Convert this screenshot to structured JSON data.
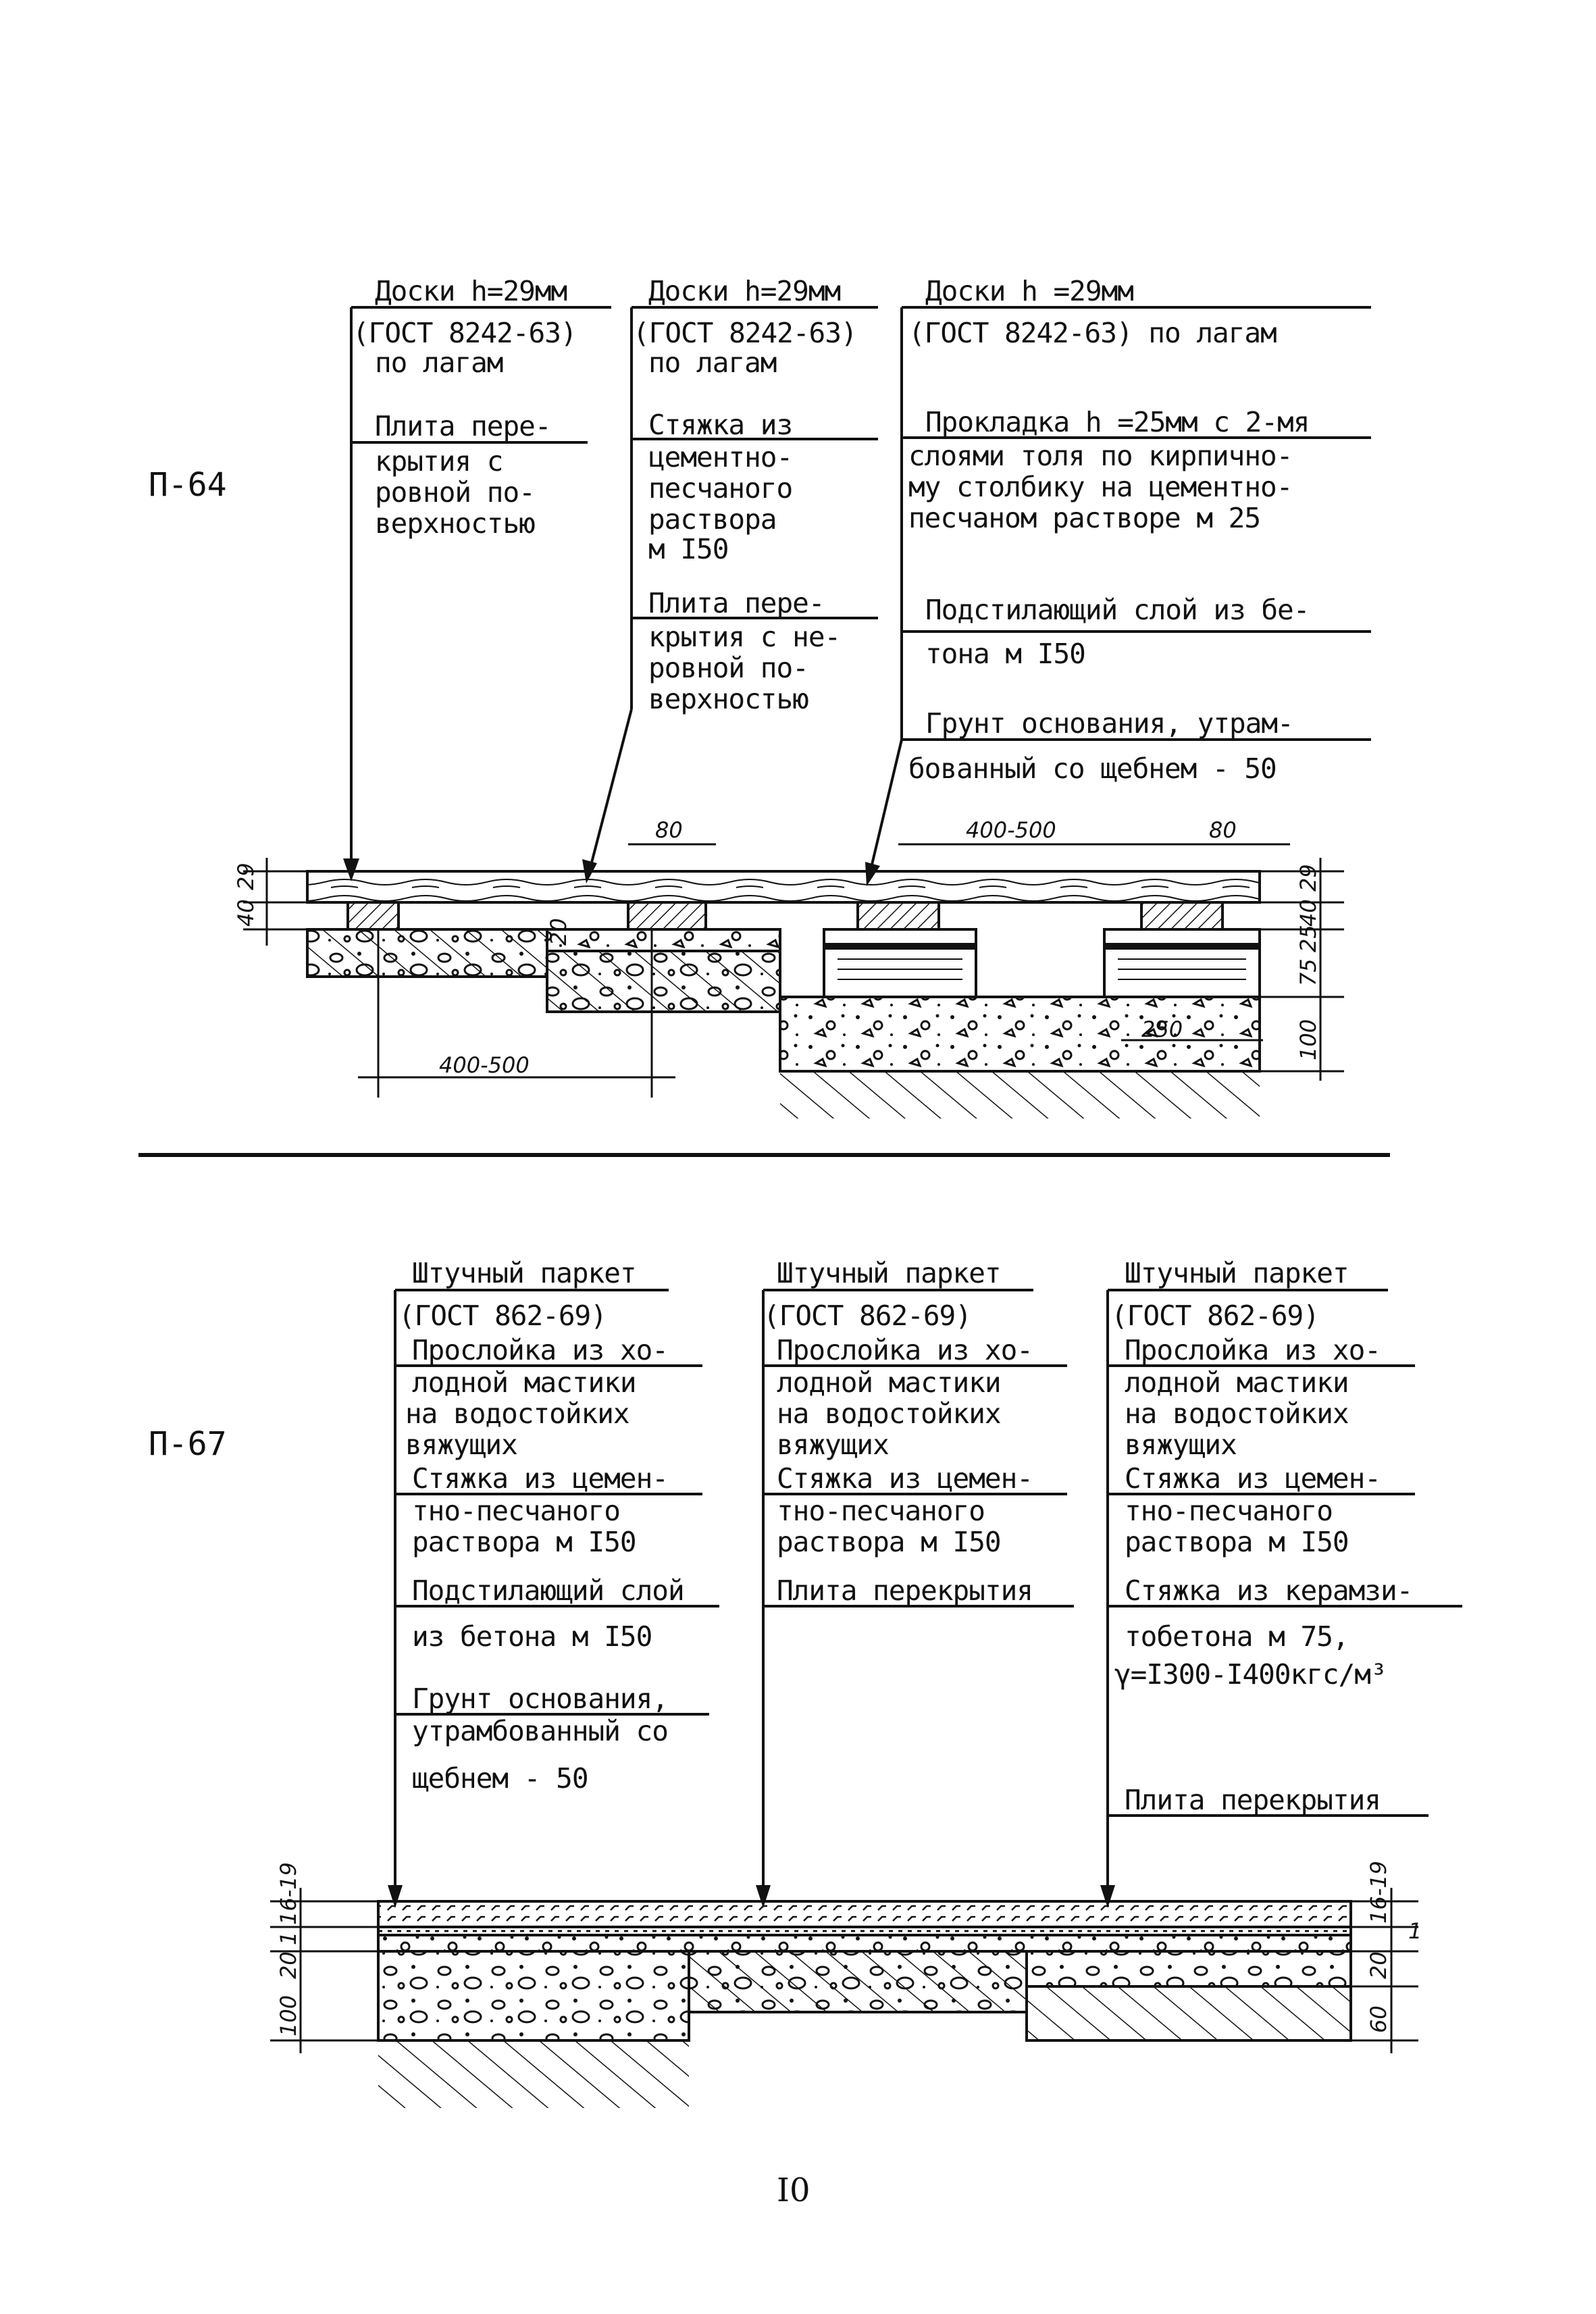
{
  "p64": {
    "code": "П-64",
    "col1": {
      "l1": "Доски h=29мм",
      "l2": "(ГОСТ 8242-63)",
      "l3": "по лагам",
      "l4": "Плита пере-",
      "l5": "крытия с",
      "l6": "ровной по-",
      "l7": "верхностью"
    },
    "col2": {
      "l1": "Доски h=29мм",
      "l2": "(ГОСТ 8242-63)",
      "l3": "по лагам",
      "l4": "Стяжка из",
      "l5": "цементно-",
      "l6": "песчаного",
      "l7": "раствора",
      "l8": "м I50",
      "l9": "Плита пере-",
      "l10": "крытия с не-",
      "l11": "ровной по-",
      "l12": "верхностью"
    },
    "col3": {
      "l1": "Доски h =29мм",
      "l2": "(ГОСТ 8242-63) по лагам",
      "l3": "Прокладка h =25мм с 2-мя",
      "l4": "слоями толя по кирпично-",
      "l5": "му столбику на цементно-",
      "l6": "песчаном растворе м 25",
      "l7": "Подстилающий слой из бе-",
      "l8": "тона м I50",
      "l9": "Грунт основания, утрам-",
      "l10": "бованный со щебнем - 50"
    },
    "dims": {
      "d29a": "29",
      "d40a": "40",
      "d20": "20",
      "d80a": "80",
      "d400a": "400-500",
      "d80b": "80",
      "d29b": "29",
      "d40b": "40",
      "d25": "25",
      "d75": "75",
      "d250": "250",
      "d100": "100",
      "d400b": "400-500"
    }
  },
  "p67": {
    "code": "П-67",
    "col1": {
      "l1": "Штучный паркет",
      "l2": "(ГОСТ 862-69)",
      "l3": "Прослойка из хо-",
      "l4": "лодной мастики",
      "l5": "на водостойких",
      "l6": "вяжущих",
      "l7": "Стяжка из цемен-",
      "l8": "тно-песчаного",
      "l9": "раствора м I50",
      "l10": "Подстилающий слой",
      "l11": "из бетона м I50",
      "l12": "Грунт основания,",
      "l13": "утрамбованный со",
      "l14": "щебнем - 50"
    },
    "col2": {
      "l1": "Штучный паркет",
      "l2": "(ГОСТ 862-69)",
      "l3": "Прослойка из хо-",
      "l4": "лодной мастики",
      "l5": "на водостойких",
      "l6": "вяжущих",
      "l7": "Стяжка из цемен-",
      "l8": "тно-песчаного",
      "l9": "раствора м I50",
      "l10": "Плита перекрытия"
    },
    "col3": {
      "l1": "Штучный паркет",
      "l2": "(ГОСТ 862-69)",
      "l3": "Прослойка из хо-",
      "l4": "лодной мастики",
      "l5": "на водостойких",
      "l6": "вяжущих",
      "l7": "Стяжка из цемен-",
      "l8": "тно-песчаного",
      "l9": "раствора м I50",
      "l10": "Стяжка из керамзи-",
      "l11": "тобетона м 75,",
      "l12": "γ=I300-I400кгс/м³",
      "l13": "Плита перекрытия"
    },
    "dims": {
      "d1619a": "16-19",
      "d20": "20",
      "d1": "1",
      "d100": "100",
      "d1619b": "16-19",
      "d1b": "1",
      "d20b": "20",
      "d60": "60"
    }
  },
  "page_number": "I0"
}
